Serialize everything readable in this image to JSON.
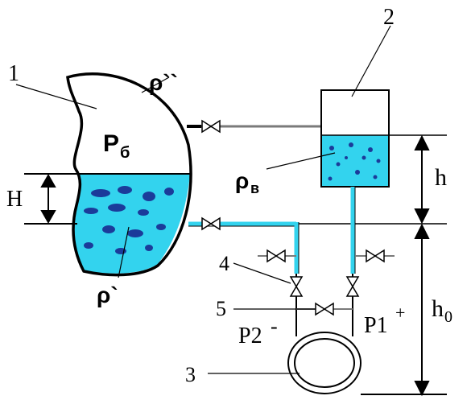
{
  "labels": {
    "n1": "1",
    "n2": "2",
    "n3": "3",
    "n4": "4",
    "n5": "5",
    "rho_steam": "ρ``",
    "rho_water": "ρ`",
    "rho_b": "ρ",
    "rho_b_sub": "в",
    "p_drum": "P",
    "p_drum_sub": "б",
    "H": "H",
    "h": "h",
    "h0": "h",
    "h0_sub": "0",
    "p1": "P1",
    "p1_sign": "+",
    "p2": "P2",
    "p2_sign": "-"
  },
  "colors": {
    "water": "#33d3ee",
    "bubbles": "#1b3b9a",
    "pipe": "#7a7a7a",
    "line": "#000000"
  }
}
